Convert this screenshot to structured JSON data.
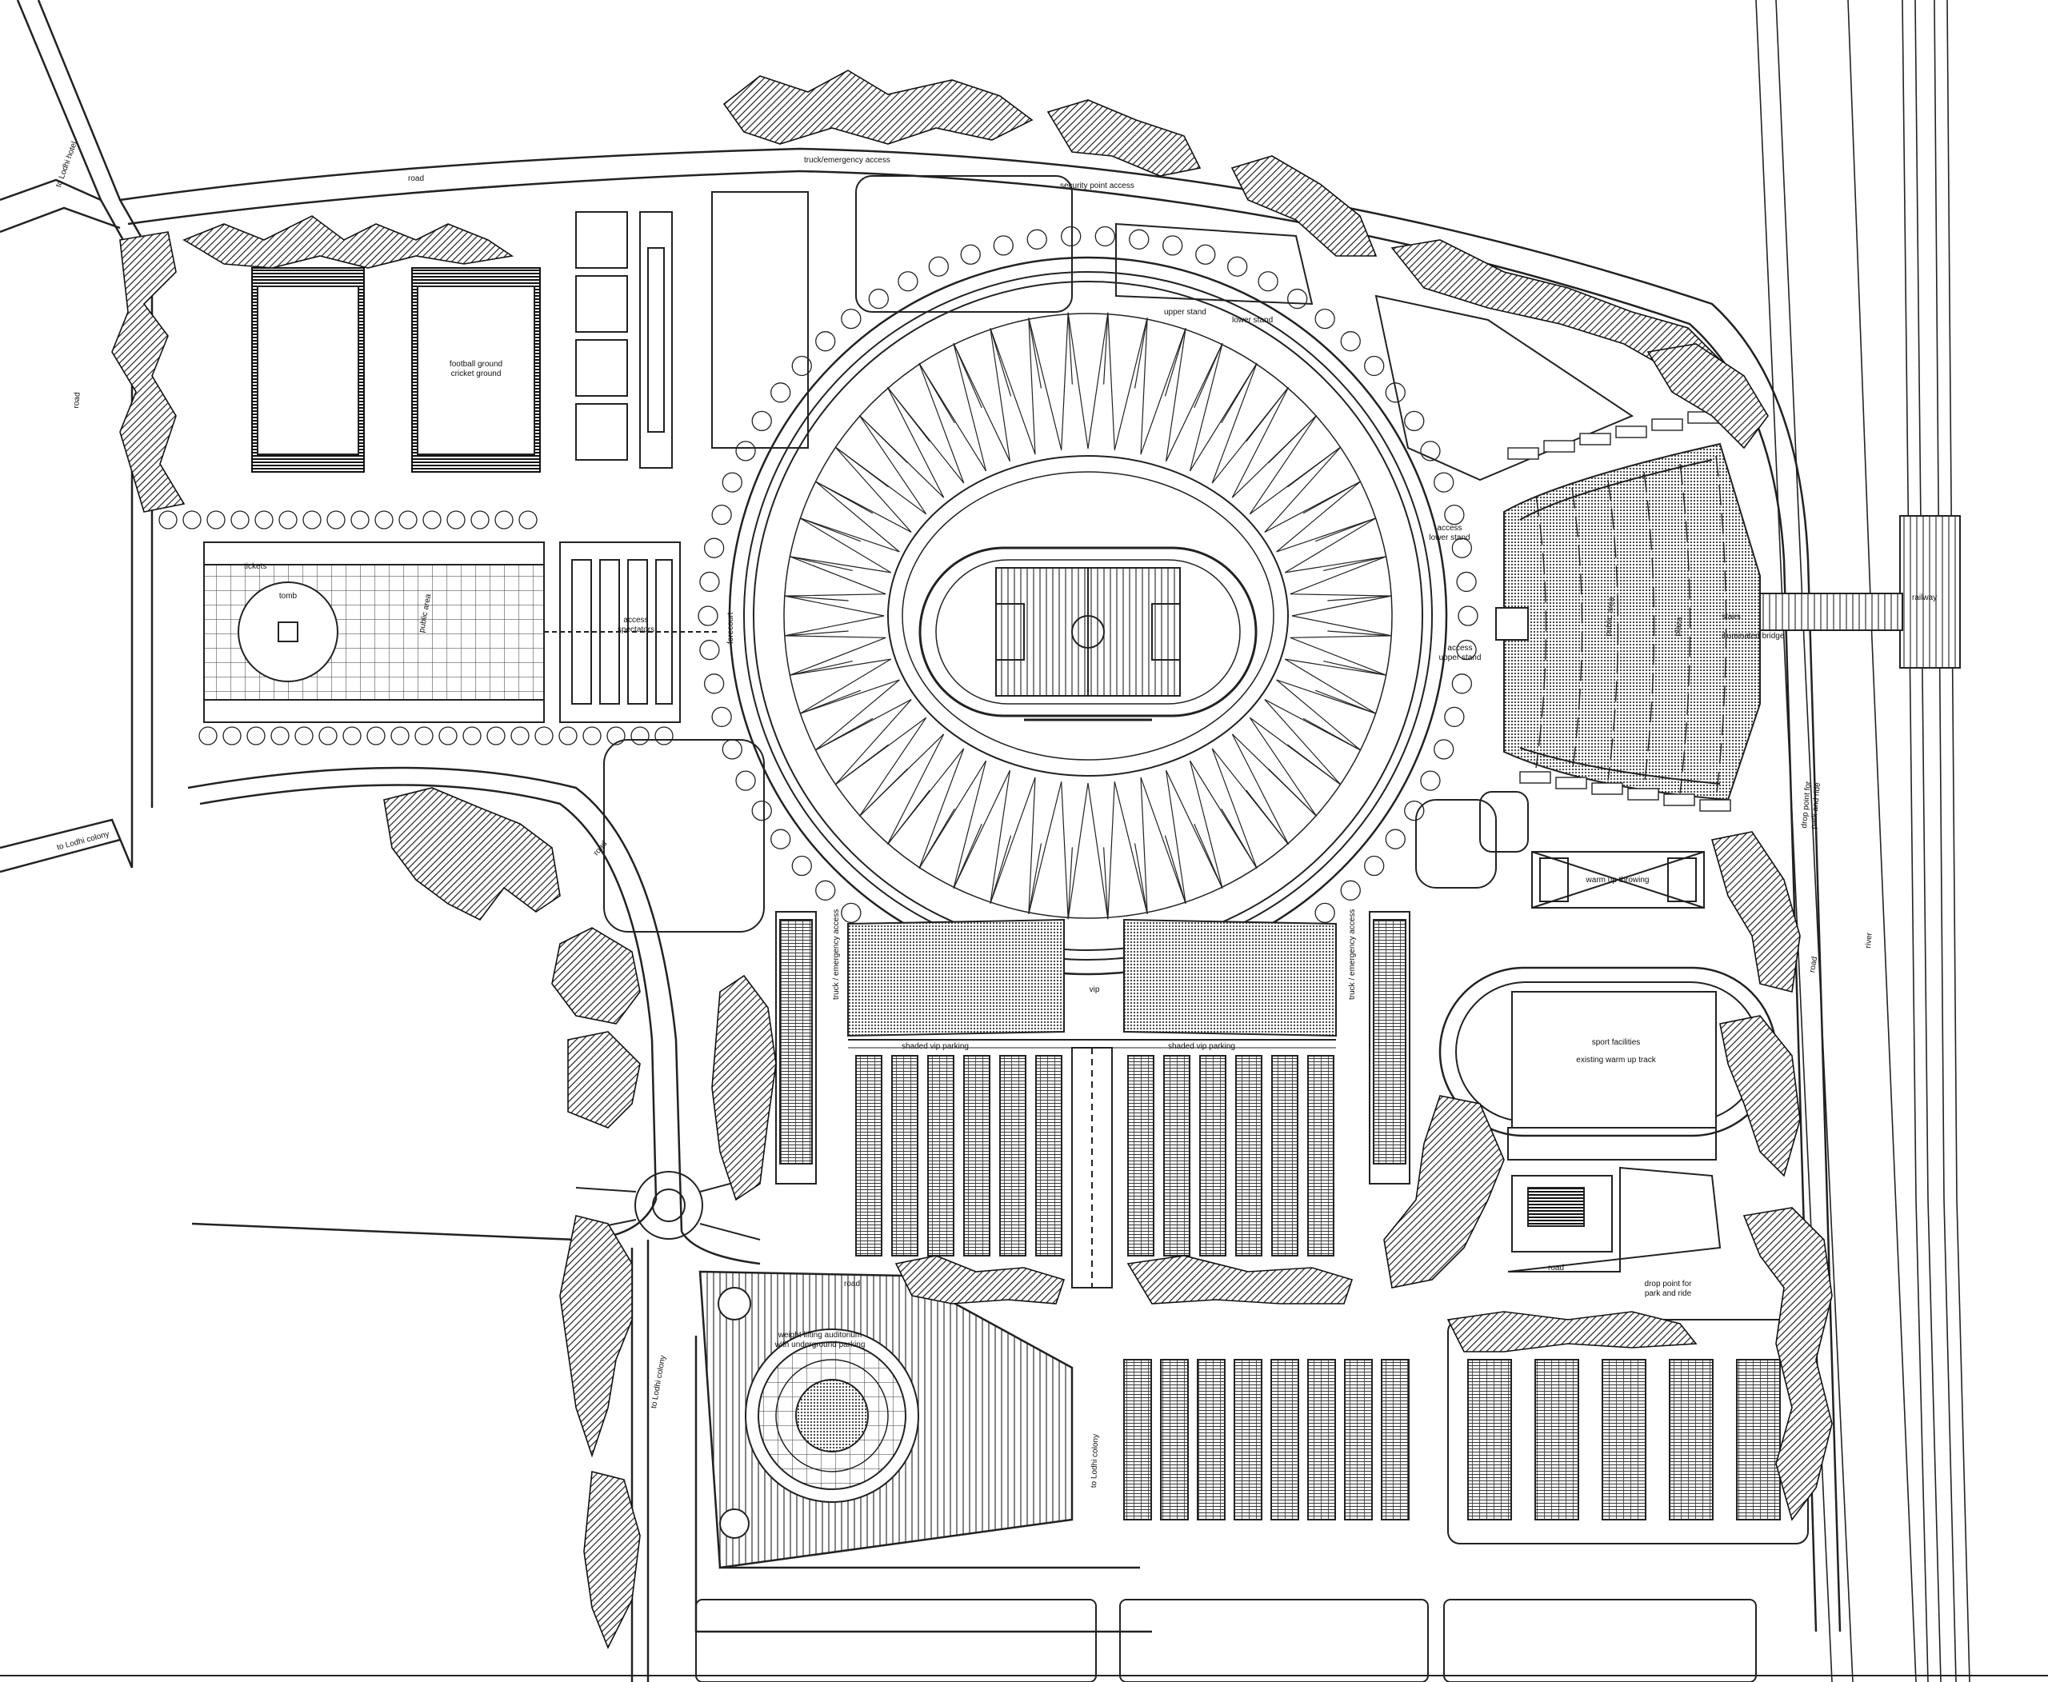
{
  "labels": {
    "to_lodhi_hotel": "to Lodhi hotel",
    "to_lodhi_colony_west": "to Lodhi colony",
    "to_lodhi_colony_southwest": "to Lodhi colony",
    "to_lodhi_colony_south": "to Lodhi colony",
    "road_west": "road",
    "road_north": "road",
    "road_mid": "road",
    "road_south": "road",
    "road_southeast": "road",
    "road_east": "road",
    "truck_emergency_north": "truck/emergency access",
    "truck_emergency_west": "truck / emergency access",
    "truck_emergency_east": "truck / emergency access",
    "security_point": "security point access",
    "football_ground": "football ground\ncricket ground",
    "tomb": "tomb",
    "public_area_west": "public area",
    "access_spectators": "access\nspectators",
    "upper_stand": "upper stand",
    "lower_stand": "lower stand",
    "forecourt": "forecourt",
    "access_lower_stand": "access\nlower stand",
    "access_upper_stand": "access\nupper stand",
    "shaded_vip_parking_left": "shaded vip parking",
    "shaded_vip_parking_right": "shaded vip parking",
    "vip": "vip",
    "stairs": "stairs",
    "illuminated_bridge": "illuminated bridge",
    "railway": "railway",
    "river": "river",
    "public_area_east": "public area",
    "plaza": "plaza",
    "warm_up_throwing": "warm up throwing",
    "sport_facilities": "sport facilities",
    "existing_warm_up_track": "existing warm up track",
    "drop_point_east": "drop point for\npark and ride",
    "drop_point_south": "drop point for\npark and ride",
    "weightlifting_auditorium": "weight lifting auditorium\nwith underground parking",
    "tickets": "tickets"
  }
}
